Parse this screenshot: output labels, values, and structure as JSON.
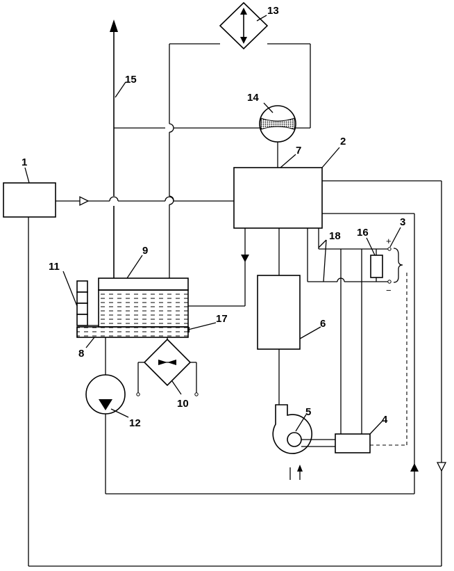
{
  "labels": {
    "n1": "1",
    "n2": "2",
    "n3": "3",
    "n4": "4",
    "n5": "5",
    "n6": "6",
    "n7": "7",
    "n8": "8",
    "n9": "9",
    "n10": "10",
    "n11": "11",
    "n12": "12",
    "n13": "13",
    "n14": "14",
    "n15": "15",
    "n16": "16",
    "n17": "17",
    "n18": "18"
  },
  "terminals": {
    "plus": "+",
    "minus": "−"
  }
}
